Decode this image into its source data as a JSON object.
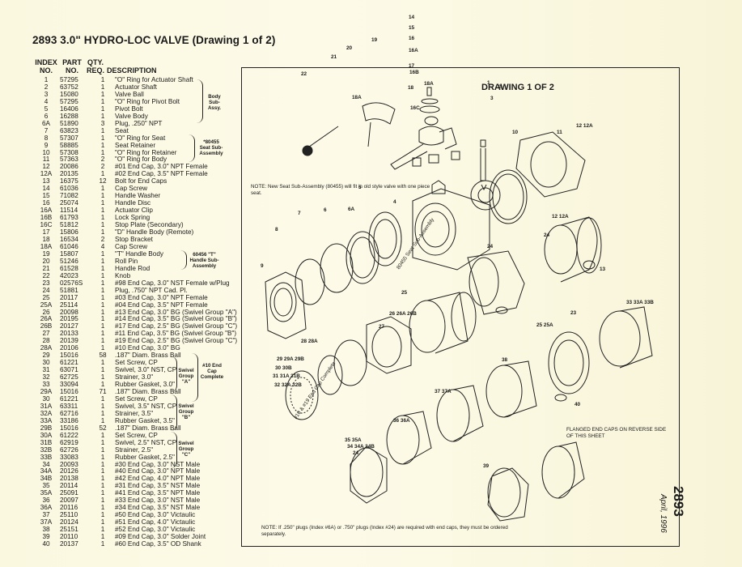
{
  "title": "2893 3.0\" HYDRO-LOC VALVE",
  "subtitle": "(Drawing 1 of 2)",
  "headers": {
    "index": [
      "INDEX",
      "NO."
    ],
    "part": [
      "PART",
      "NO."
    ],
    "qty": [
      "QTY.",
      "REQ."
    ],
    "desc": "DESCRIPTION"
  },
  "parts": [
    [
      "1",
      "57295",
      "1",
      "\"O\" Ring for Actuator Shaft"
    ],
    [
      "2",
      "63752",
      "1",
      "Actuator Shaft"
    ],
    [
      "3",
      "15080",
      "1",
      "Valve Ball"
    ],
    [
      "4",
      "57295",
      "1",
      "\"O\" Ring for Pivot Bolt"
    ],
    [
      "5",
      "16406",
      "1",
      "Pivot Bolt"
    ],
    [
      "6",
      "16288",
      "1",
      "Valve Body"
    ],
    [
      "6A",
      "51890",
      "3",
      "Plug, .250\" NPT"
    ],
    [
      "7",
      "63823",
      "1",
      "Seat"
    ],
    [
      "8",
      "57307",
      "1",
      "\"O\" Ring for Seat"
    ],
    [
      "9",
      "58885",
      "1",
      "Seat Retainer"
    ],
    [
      "10",
      "57308",
      "1",
      "\"O\" Ring for Retainer"
    ],
    [
      "11",
      "57363",
      "2",
      "\"O\" Ring for Body"
    ],
    [
      "12",
      "20086",
      "2",
      "#01 End Cap, 3.0\" NPT Female"
    ],
    [
      "12A",
      "20135",
      "1",
      "#02 End Cap, 3.5\" NPT Female"
    ],
    [
      "13",
      "16375",
      "12",
      "Bolt for End Caps"
    ],
    [
      "14",
      "61036",
      "1",
      "Cap Screw"
    ],
    [
      "15",
      "71082",
      "1",
      "Handle Washer"
    ],
    [
      "16",
      "25074",
      "1",
      "Handle Disc"
    ],
    [
      "16A",
      "11514",
      "1",
      "Actuator Clip"
    ],
    [
      "16B",
      "61793",
      "1",
      "Lock Spring"
    ],
    [
      "16C",
      "51812",
      "1",
      "Stop Plate (Secondary)"
    ],
    [
      "17",
      "15806",
      "1",
      "\"D\" Handle Body (Remote)"
    ],
    [
      "18",
      "16534",
      "2",
      "Stop Bracket"
    ],
    [
      "18A",
      "61046",
      "4",
      "Cap Screw"
    ],
    [
      "19",
      "15807",
      "1",
      "\"T\" Handle Body"
    ],
    [
      "20",
      "51246",
      "1",
      "Roll Pin"
    ],
    [
      "21",
      "61528",
      "1",
      "Handle Rod"
    ],
    [
      "22",
      "42023",
      "1",
      "Knob"
    ],
    [
      "23",
      "02576S",
      "1",
      "#98 End Cap, 3.0\" NST Female w/Plug"
    ],
    [
      "24",
      "51881",
      "1",
      "Plug, .750\" NPT Cad. Pl."
    ],
    [
      "25",
      "20117",
      "1",
      "#03 End Cap, 3.0\" NPT Female"
    ],
    [
      "25A",
      "25114",
      "1",
      "#04 End Cap, 3.5\" NPT Female"
    ],
    [
      "26",
      "20098",
      "1",
      "#13 End Cap, 3.0\" BG (Swivel Group \"A\")"
    ],
    [
      "26A",
      "20195",
      "1",
      "#14 End Cap, 3.5\" BG (Swivel Group \"B\")"
    ],
    [
      "26B",
      "20127",
      "1",
      "#17 End Cap, 2.5\" BG (Swivel Group \"C\")"
    ],
    [
      "27",
      "20133",
      "1",
      "#11 End Cap, 3.5\" BG (Swivel Group \"B\")"
    ],
    [
      "28",
      "20139",
      "1",
      "#19 End Cap, 2.5\" BG (Swivel Group \"C\")"
    ],
    [
      "28A",
      "20106",
      "1",
      "#10 End Cap, 3.0\" BG"
    ],
    [
      "29",
      "15016",
      "58",
      ".187\" Diam. Brass Ball"
    ],
    [
      "30",
      "61221",
      "1",
      "Set Screw, CP"
    ],
    [
      "31",
      "63071",
      "1",
      "Swivel, 3.0\" NST, CP"
    ],
    [
      "32",
      "62725",
      "1",
      "Strainer, 3.0\""
    ],
    [
      "33",
      "33094",
      "1",
      "Rubber Gasket, 3.0\""
    ],
    [
      "29A",
      "15016",
      "71",
      ".187\" Diam. Brass Ball"
    ],
    [
      "30",
      "61221",
      "1",
      "Set Screw, CP"
    ],
    [
      "31A",
      "63311",
      "1",
      "Swivel, 3.5\" NST, CP"
    ],
    [
      "32A",
      "62716",
      "1",
      "Strainer, 3.5\""
    ],
    [
      "33A",
      "33186",
      "1",
      "Rubber Gasket, 3.5\""
    ],
    [
      "29B",
      "15016",
      "52",
      ".187\" Diam. Brass Ball"
    ],
    [
      "30A",
      "61222",
      "1",
      "Set Screw, CP"
    ],
    [
      "31B",
      "62919",
      "1",
      "Swivel, 2.5\" NST, CP"
    ],
    [
      "32B",
      "62726",
      "1",
      "Strainer, 2.5\""
    ],
    [
      "33B",
      "33083",
      "1",
      "Rubber Gasket, 2.5\""
    ],
    [
      "34",
      "20093",
      "1",
      "#30 End Cap, 3.0\" NST Male"
    ],
    [
      "34A",
      "20126",
      "1",
      "#40 End Cap, 3.0\" NPT Male"
    ],
    [
      "34B",
      "20138",
      "1",
      "#42 End Cap, 4.0\" NPT Male"
    ],
    [
      "35",
      "20114",
      "1",
      "#31 End Cap, 3.5\" NST Male"
    ],
    [
      "35A",
      "25091",
      "1",
      "#41 End Cap, 3.5\" NPT Male"
    ],
    [
      "36",
      "20097",
      "1",
      "#33 End Cap, 3.0\" NST Male"
    ],
    [
      "36A",
      "20116",
      "1",
      "#34 End Cap, 3.5\" NST Male"
    ],
    [
      "37",
      "25110",
      "1",
      "#50 End Cap, 3.0\" Victaulic"
    ],
    [
      "37A",
      "20124",
      "1",
      "#51 End Cap, 4.0\" Victaulic"
    ],
    [
      "38",
      "25151",
      "1",
      "#52 End Cap, 3.0\" Victaulic"
    ],
    [
      "39",
      "20110",
      "1",
      "#09 End Cap, 3.0\" Solder Joint"
    ],
    [
      "40",
      "20137",
      "1",
      "#60 End Cap, 3.5\" OD Shank"
    ]
  ],
  "groups": {
    "body": "Body Sub- Assy.",
    "seat": "*80455 Seat Sub- Assembly",
    "handle": "60456 \"T\" Handle Sub-Assembly",
    "swivel_a": "Swivel Group \"A\"",
    "endcap10": "#10 End Cap Complete",
    "swivel_b": "Swivel Group \"B\"",
    "swivel_c": "Swivel Group \"C\""
  },
  "drawing": {
    "title": "DRAWING 1 OF 2",
    "note_seat": "NOTE:  New Seat Sub-Assembly (80455) will fit in old style valve with one piece seat.",
    "note_plugs": "NOTE:  If .250\" plugs (Index #6A) or .750\" plugs (Index #24) are required with end caps, they must be ordered separately.",
    "note_flanged": "FLANGED END CAPS ON REVERSE SIDE OF THIS SHEET",
    "seat_label": "80455 Seat Sub-Assembly",
    "endcap_label": "#10 & #19 End Cap Complete",
    "labels": [
      "14",
      "15",
      "16",
      "16A",
      "17",
      "16B",
      "18",
      "18A",
      "16C",
      "19",
      "20",
      "21",
      "22",
      "18A",
      "1",
      "2",
      "3",
      "4",
      "5",
      "6A",
      "6",
      "7",
      "8",
      "9",
      "10",
      "11",
      "12 12A",
      "12 12A",
      "13",
      "23",
      "24",
      "24",
      "25",
      "26 26A 26B",
      "27",
      "28 28A",
      "29 29A 29B",
      "30 30B",
      "31 31A 31B",
      "32 32A 32B",
      "33 33A 33B",
      "25 25A",
      "38",
      "37 37A",
      "36 36A",
      "35 35A",
      "34 34A 34B",
      "24",
      "40",
      "39"
    ]
  },
  "side": {
    "number": "2893",
    "date": "April, 1996"
  }
}
